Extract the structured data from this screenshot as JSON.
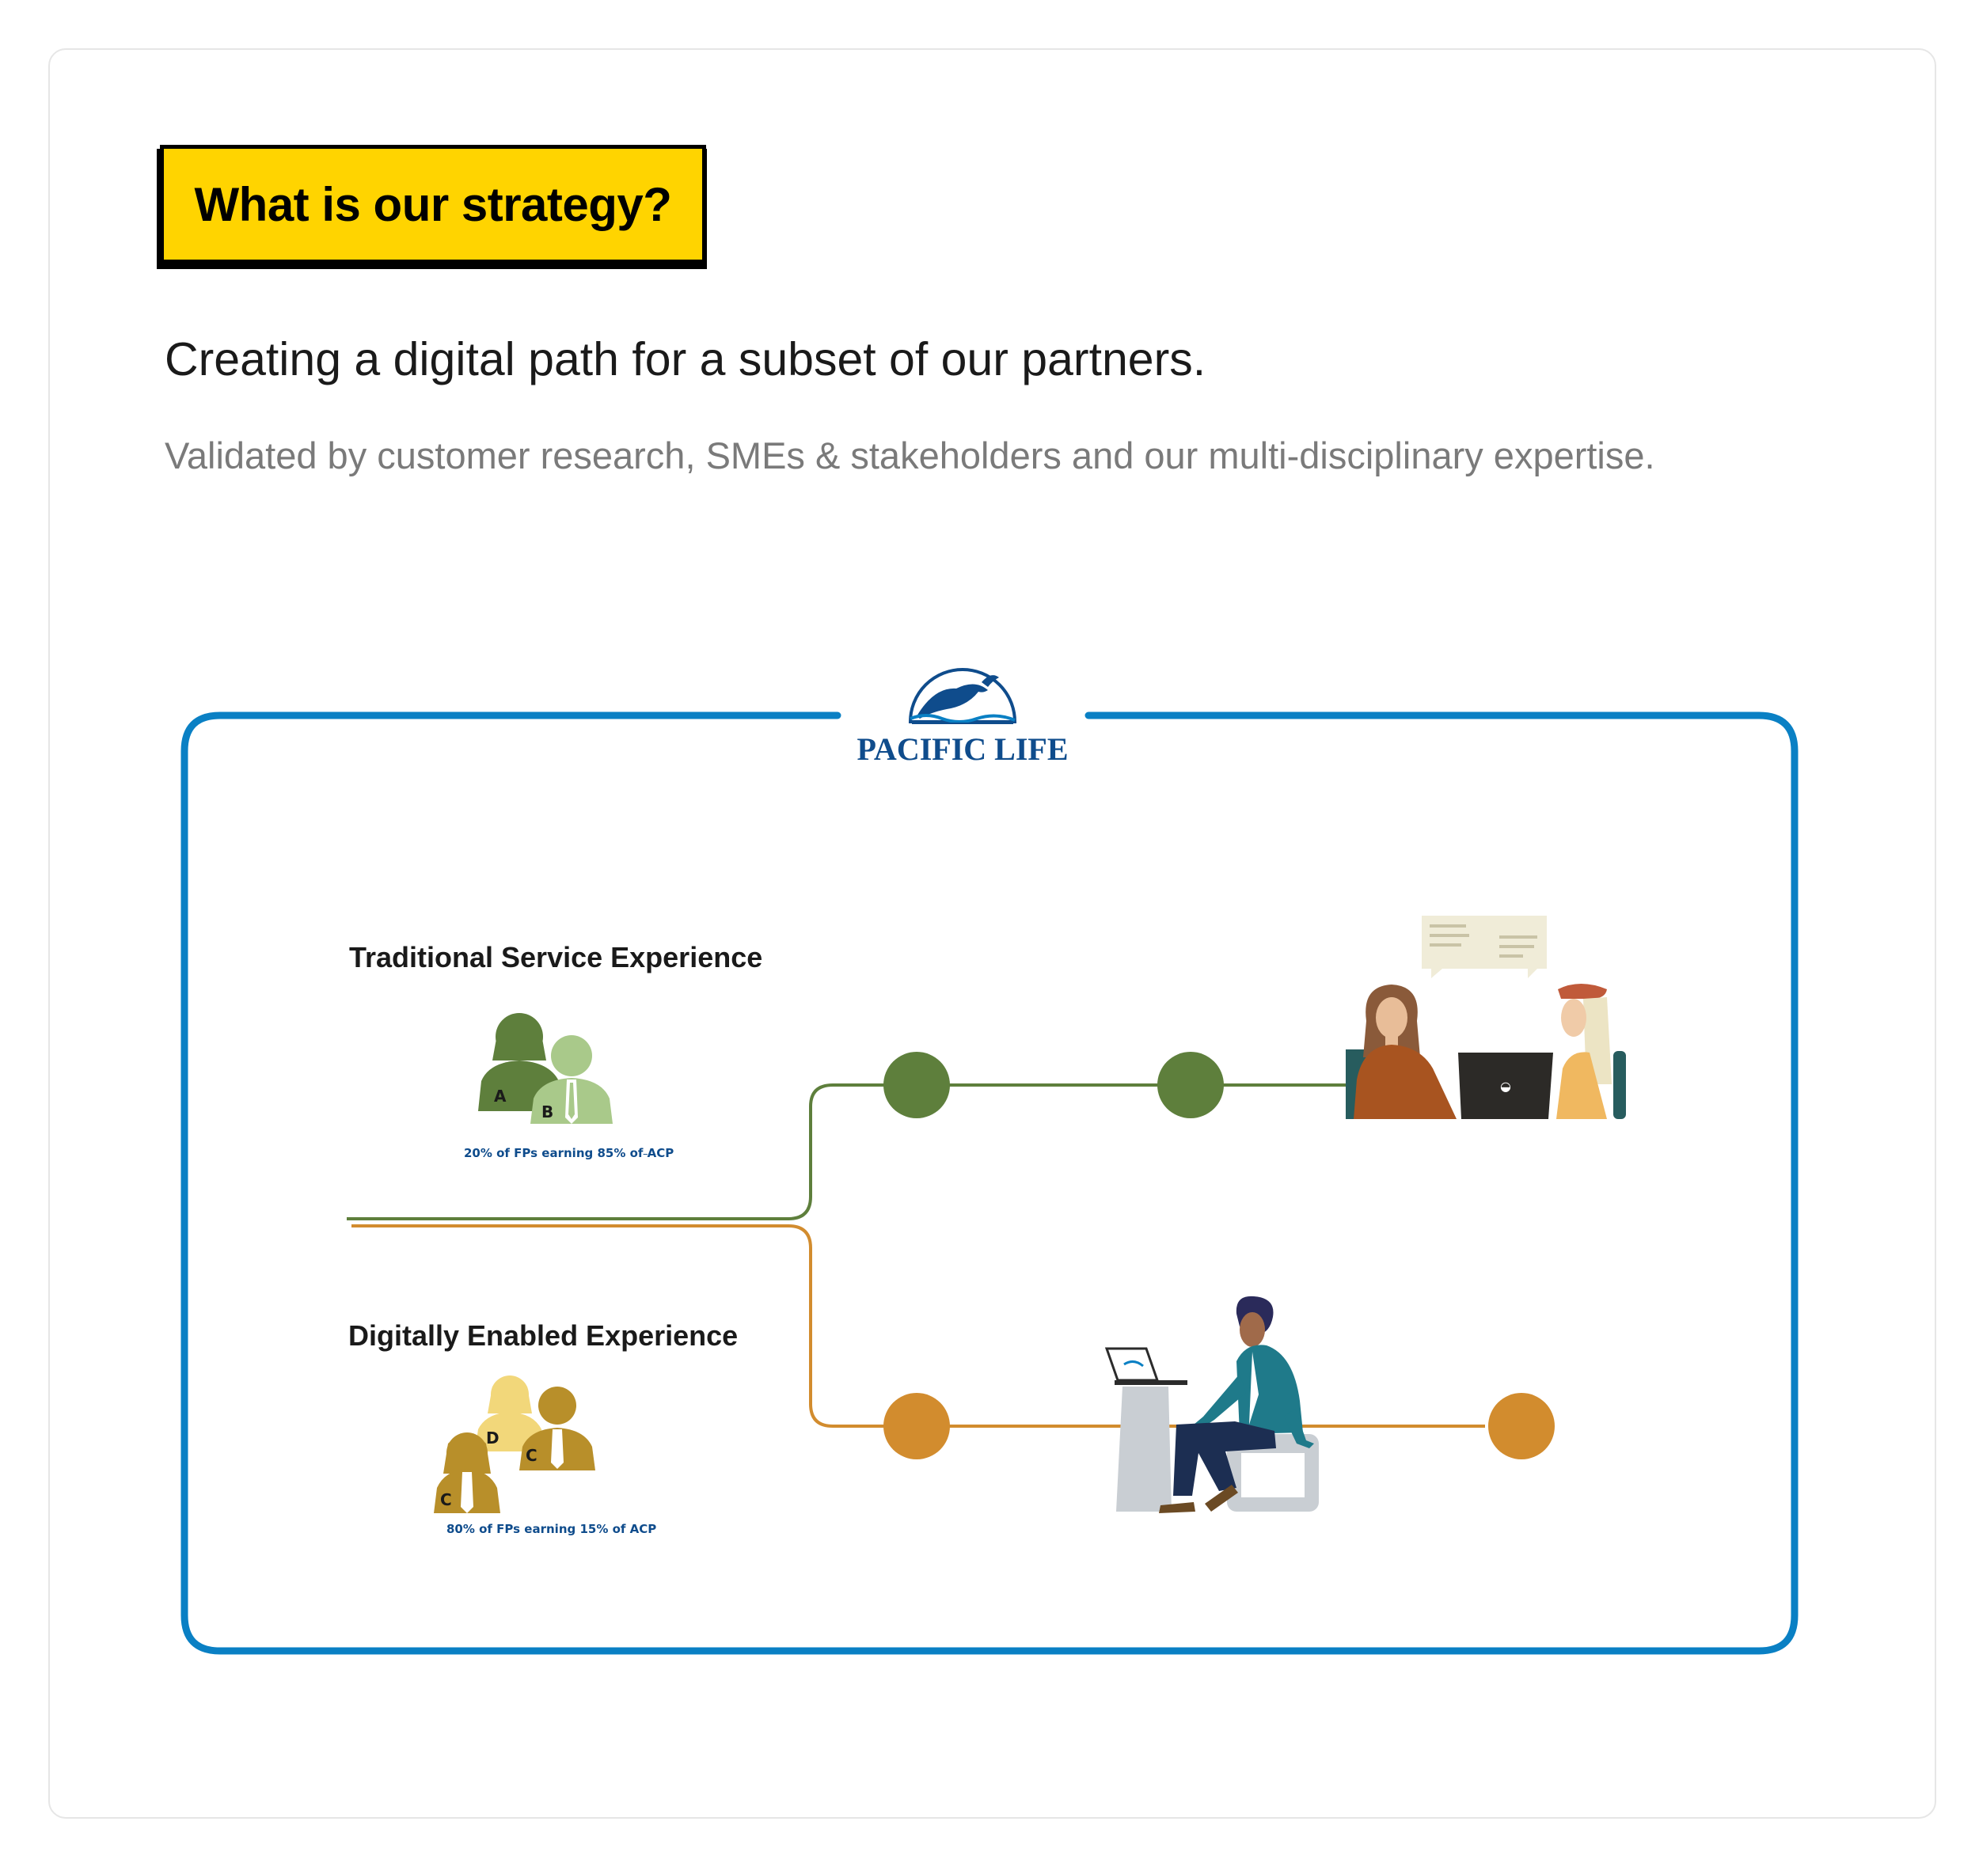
{
  "heading": {
    "tag": "What is our strategy?",
    "title": "Creating a digital path for a subset of our partners.",
    "subtitle": "Validated by customer research, SMEs & stakeholders and our multi-disciplinary expertise."
  },
  "diagram": {
    "brand": {
      "logo_text": "PACIFIC LIFE"
    },
    "colors": {
      "frame": "#0a80c4",
      "traditional": "#5e7f3c",
      "digital": "#d28c2e",
      "brand": "#0f4c8c"
    },
    "traditional": {
      "label": "Traditional Service Experience",
      "stat": "20% of FPs earning 85% of ACP",
      "badges": [
        "A",
        "B"
      ]
    },
    "digital": {
      "label": "Digitally Enabled Experience",
      "stat": "80% of FPs earning 15% of ACP",
      "badges": [
        "D",
        "C",
        "C"
      ]
    }
  }
}
